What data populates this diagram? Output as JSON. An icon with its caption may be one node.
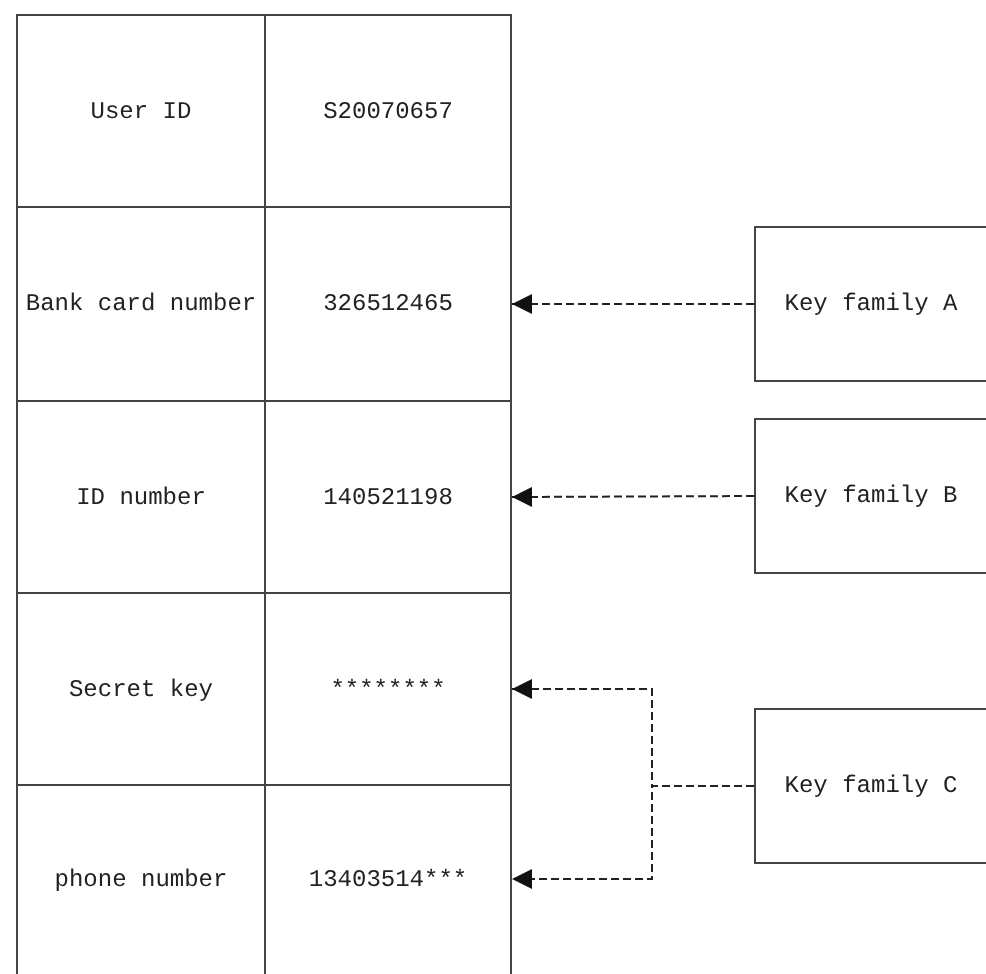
{
  "diagram": {
    "nodes": [
      {
        "text": [
          "User ID"
        ]
      },
      {
        "text": [
          "S20070657"
        ]
      },
      {
        "text": [
          "Bank card number"
        ]
      },
      {
        "text": [
          "326512465"
        ]
      },
      {
        "text": [
          "ID number"
        ]
      },
      {
        "text": [
          "140521198"
        ]
      },
      {
        "text": [
          "Secret key"
        ]
      },
      {
        "text": [
          "********"
        ]
      },
      {
        "text": [
          "phone number"
        ]
      },
      {
        "text": [
          "13403514***"
        ]
      },
      {
        "text": [
          "Key family A"
        ]
      },
      {
        "text": [
          "Key family B"
        ]
      },
      {
        "text": [
          "Key family C"
        ]
      }
    ],
    "edges": [
      {
        "from": 10,
        "to": 3,
        "arrow": "to",
        "style": "dashed"
      },
      {
        "from": 11,
        "to": 5,
        "arrow": "to",
        "style": "dashed"
      },
      {
        "from": 12,
        "to": 7,
        "arrow": "to",
        "style": "dashed"
      },
      {
        "from": 12,
        "to": 9,
        "arrow": "to",
        "style": "dashed"
      }
    ]
  }
}
